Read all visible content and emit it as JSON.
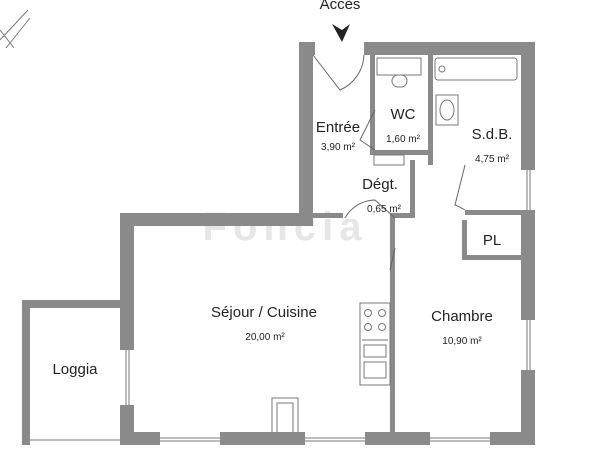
{
  "access_label": "Accès",
  "rooms": {
    "entree": {
      "name": "Entrée",
      "area": "3,90 m²"
    },
    "wc": {
      "name": "WC",
      "area": "1,60 m²"
    },
    "sdb": {
      "name": "S.d.B.",
      "area": "4,75 m²"
    },
    "degt": {
      "name": "Dégt.",
      "area": "0,65 m²"
    },
    "sejour": {
      "name": "Séjour / Cuisine",
      "area": "20,00 m²"
    },
    "chambre": {
      "name": "Chambre",
      "area": "10,90 m²"
    },
    "pl": {
      "name": "PL"
    },
    "loggia": {
      "name": "Loggia"
    }
  },
  "watermark_text": "Foncia"
}
